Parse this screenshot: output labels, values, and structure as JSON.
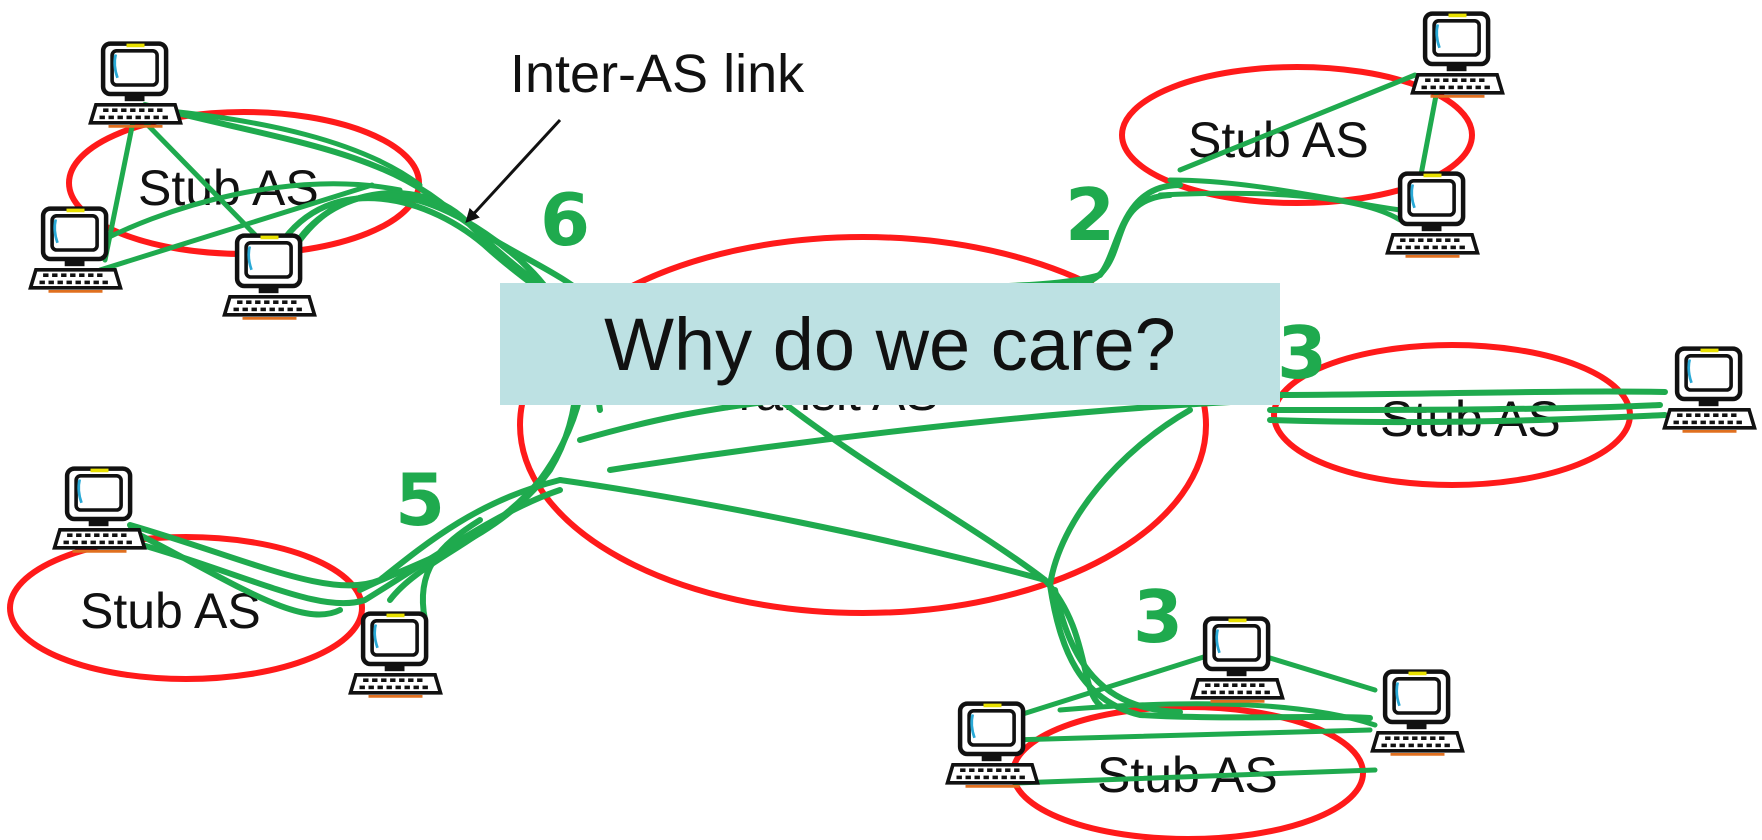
{
  "diagram": {
    "banner_text": "Why do we care?",
    "annotation_label": "Inter-AS link",
    "transit_label": "Transit AS",
    "stub_label": "Stub AS",
    "hand_numbers": [
      "6",
      "2",
      "3",
      "5",
      "3"
    ],
    "colors": {
      "as_outline": "#ff1a1a",
      "link": "#1faa4e",
      "banner_bg": "#bde1e3"
    },
    "icons": [
      "computer-icon"
    ]
  }
}
